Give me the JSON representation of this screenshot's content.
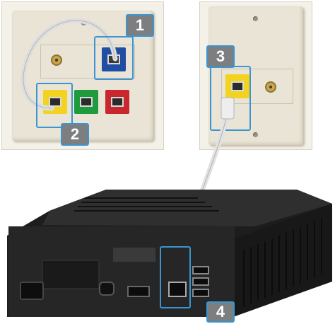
{
  "callouts": {
    "one": "1",
    "two": "2",
    "three": "3",
    "four": "4"
  },
  "colors": {
    "callout_border": "#3a95d2",
    "badge_fill": "#7d7e80",
    "wall_plate": "#e9e4d6",
    "jack_yellow": "#f2d320",
    "jack_green": "#1f9a3d",
    "jack_red": "#c8272d",
    "jack_blue": "#1f4ea3",
    "console_body": "#222222"
  },
  "icons": [
    "coax-connector-icon",
    "ethernet-jack-icon",
    "screw-icon",
    "ethernet-cable-icon",
    "usb-port-icon",
    "power-port-icon",
    "hdmi-port-icon"
  ]
}
